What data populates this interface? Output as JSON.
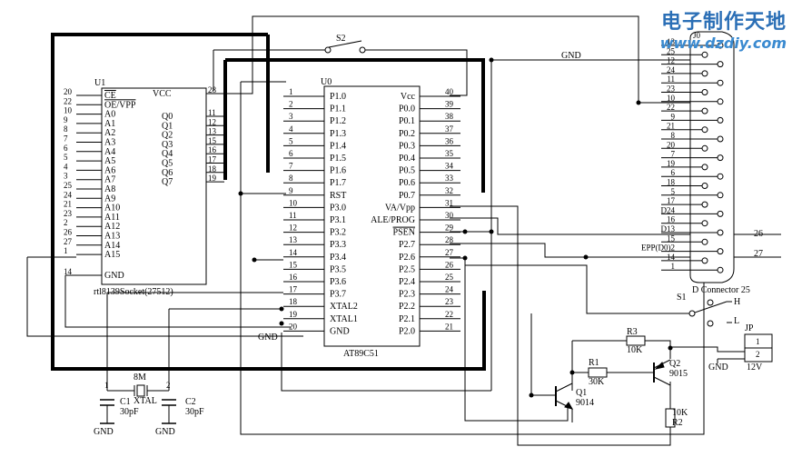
{
  "watermark": {
    "title": "电子制作天地",
    "url": "www.dzdiy.com"
  },
  "u1": {
    "ref": "U1",
    "name": "rtl8139Socket(27512)",
    "left_pins": [
      {
        "num": "20",
        "name": "CE",
        "overline": true
      },
      {
        "num": "22",
        "name": "OE/VPP",
        "overline": true
      },
      {
        "num": "10",
        "name": "A0"
      },
      {
        "num": "9",
        "name": "A1"
      },
      {
        "num": "8",
        "name": "A2"
      },
      {
        "num": "7",
        "name": "A3"
      },
      {
        "num": "6",
        "name": "A4"
      },
      {
        "num": "5",
        "name": "A5"
      },
      {
        "num": "4",
        "name": "A6"
      },
      {
        "num": "3",
        "name": "A7"
      },
      {
        "num": "25",
        "name": "A8"
      },
      {
        "num": "24",
        "name": "A9"
      },
      {
        "num": "21",
        "name": "A10"
      },
      {
        "num": "23",
        "name": "A11"
      },
      {
        "num": "2",
        "name": "A12"
      },
      {
        "num": "26",
        "name": "A13"
      },
      {
        "num": "27",
        "name": "A14"
      },
      {
        "num": "1",
        "name": "A15"
      }
    ],
    "gnd_pin": {
      "num": "14",
      "name": "GND"
    },
    "vcc_pin": {
      "num": "28",
      "name": "VCC"
    },
    "right_pins": [
      {
        "num": "11",
        "name": "Q0"
      },
      {
        "num": "12",
        "name": "Q1"
      },
      {
        "num": "13",
        "name": "Q2"
      },
      {
        "num": "15",
        "name": "Q3"
      },
      {
        "num": "16",
        "name": "Q4"
      },
      {
        "num": "17",
        "name": "Q5"
      },
      {
        "num": "18",
        "name": "Q6"
      },
      {
        "num": "19",
        "name": "Q7"
      }
    ]
  },
  "u0": {
    "ref": "U0",
    "name": "AT89C51",
    "left_pins": [
      {
        "num": "1",
        "name": "P1.0"
      },
      {
        "num": "2",
        "name": "P1.1"
      },
      {
        "num": "3",
        "name": "P1.2"
      },
      {
        "num": "4",
        "name": "P1.3"
      },
      {
        "num": "5",
        "name": "P1.4"
      },
      {
        "num": "6",
        "name": "P1.5"
      },
      {
        "num": "7",
        "name": "P1.6"
      },
      {
        "num": "8",
        "name": "P1.7"
      },
      {
        "num": "9",
        "name": "RST"
      },
      {
        "num": "10",
        "name": "P3.0"
      },
      {
        "num": "11",
        "name": "P3.1"
      },
      {
        "num": "12",
        "name": "P3.2"
      },
      {
        "num": "13",
        "name": "P3.3"
      },
      {
        "num": "14",
        "name": "P3.4"
      },
      {
        "num": "15",
        "name": "P3.5"
      },
      {
        "num": "16",
        "name": "P3.6"
      },
      {
        "num": "17",
        "name": "P3.7"
      },
      {
        "num": "18",
        "name": "XTAL2"
      },
      {
        "num": "19",
        "name": "XTAL1"
      },
      {
        "num": "20",
        "name": "GND"
      }
    ],
    "right_pins": [
      {
        "num": "40",
        "name": "Vcc"
      },
      {
        "num": "39",
        "name": "P0.0"
      },
      {
        "num": "38",
        "name": "P0.1"
      },
      {
        "num": "37",
        "name": "P0.2"
      },
      {
        "num": "36",
        "name": "P0.3"
      },
      {
        "num": "35",
        "name": "P0.4"
      },
      {
        "num": "34",
        "name": "P0.5"
      },
      {
        "num": "33",
        "name": "P0.6"
      },
      {
        "num": "32",
        "name": "P0.7"
      },
      {
        "num": "31",
        "name": "VA/Vpp",
        "overline_part": "VA"
      },
      {
        "num": "30",
        "name": "ALE/PROG",
        "overline_part": "PROG"
      },
      {
        "num": "29",
        "name": "PSEN",
        "overline": true
      },
      {
        "num": "28",
        "name": "P2.7"
      },
      {
        "num": "27",
        "name": "P2.6"
      },
      {
        "num": "26",
        "name": "P2.5"
      },
      {
        "num": "25",
        "name": "P2.4"
      },
      {
        "num": "24",
        "name": "P2.3"
      },
      {
        "num": "23",
        "name": "P2.2"
      },
      {
        "num": "22",
        "name": "P2.1"
      },
      {
        "num": "21",
        "name": "P2.0"
      }
    ]
  },
  "connector": {
    "ref": "J0",
    "name": "D Connector 25",
    "pins": [
      "13",
      "25",
      "12",
      "24",
      "11",
      "23",
      "10",
      "22",
      "9",
      "21",
      "8",
      "20",
      "7",
      "19",
      "6",
      "18",
      "5",
      "17",
      "4",
      "16",
      "3",
      "15",
      "2",
      "14",
      "1"
    ],
    "pin_prefix": {
      "4": "D2",
      "3": "D1",
      "2": "EPP(D0)"
    }
  },
  "labels": {
    "gnd_top": "GND",
    "s2": "S2",
    "s1": "S1",
    "s1_h": "H",
    "s1_l": "L",
    "net26": "26",
    "net27": "27",
    "gnd_u0": "GND",
    "xtal_ref": "8M",
    "xtal_name": "XTAL",
    "xtal_pin1": "1",
    "xtal_pin2": "2",
    "c1_ref": "C1",
    "c1_val": "30pF",
    "c2_ref": "C2",
    "c2_val": "30pF",
    "gnd_c1": "GND",
    "gnd_c2": "GND",
    "r1_ref": "R1",
    "r1_val": "30K",
    "r2_ref": "R2",
    "r2_val": "10K",
    "r3_ref": "R3",
    "r3_val": "10K",
    "q1_ref": "Q1",
    "q1_val": "9014",
    "q2_ref": "Q2",
    "q2_val": "9015",
    "jp_ref": "JP",
    "jp_pin1": "1",
    "jp_pin2": "2",
    "jp_gnd": "GND",
    "jp_12v": "12V"
  }
}
